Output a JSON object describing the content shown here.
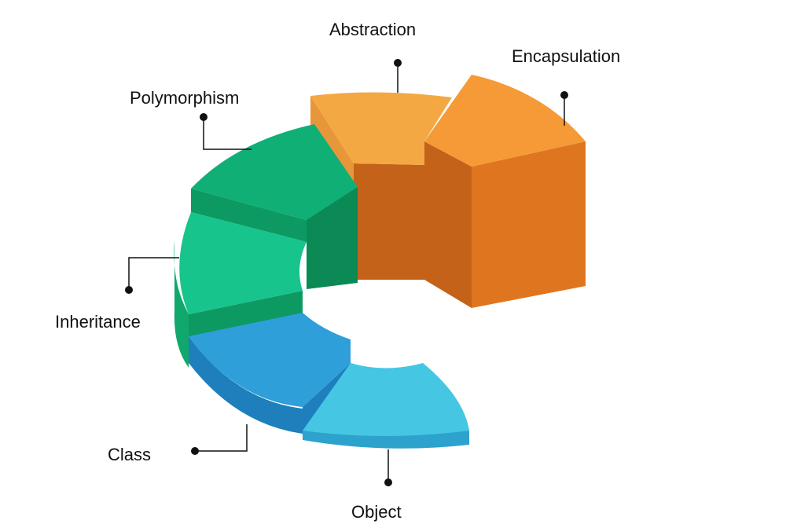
{
  "diagram": {
    "segments": [
      {
        "id": "abstraction",
        "label": "Abstraction",
        "color": "#F3A843"
      },
      {
        "id": "encapsulation",
        "label": "Encapsulation",
        "color": "#F59A36"
      },
      {
        "id": "polymorphism",
        "label": "Polymorphism",
        "color": "#0FAF76"
      },
      {
        "id": "inheritance",
        "label": "Inheritance",
        "color": "#17C48B"
      },
      {
        "id": "class",
        "label": "Class",
        "color": "#2E9FD9"
      },
      {
        "id": "object",
        "label": "Object",
        "color": "#45C6E3"
      }
    ],
    "palette": {
      "abstraction_side": "#E8963A",
      "encapsulation_side": "#DF761F",
      "orange_inner_wall": "#C4621A",
      "polymorphism_side": "#0C9A62",
      "inheritance_side": "#10A86C",
      "green_inner_wall": "#0B8A55",
      "class_side": "#1E7FBC",
      "object_side": "#2CA2CC",
      "callout": "#111111"
    }
  }
}
